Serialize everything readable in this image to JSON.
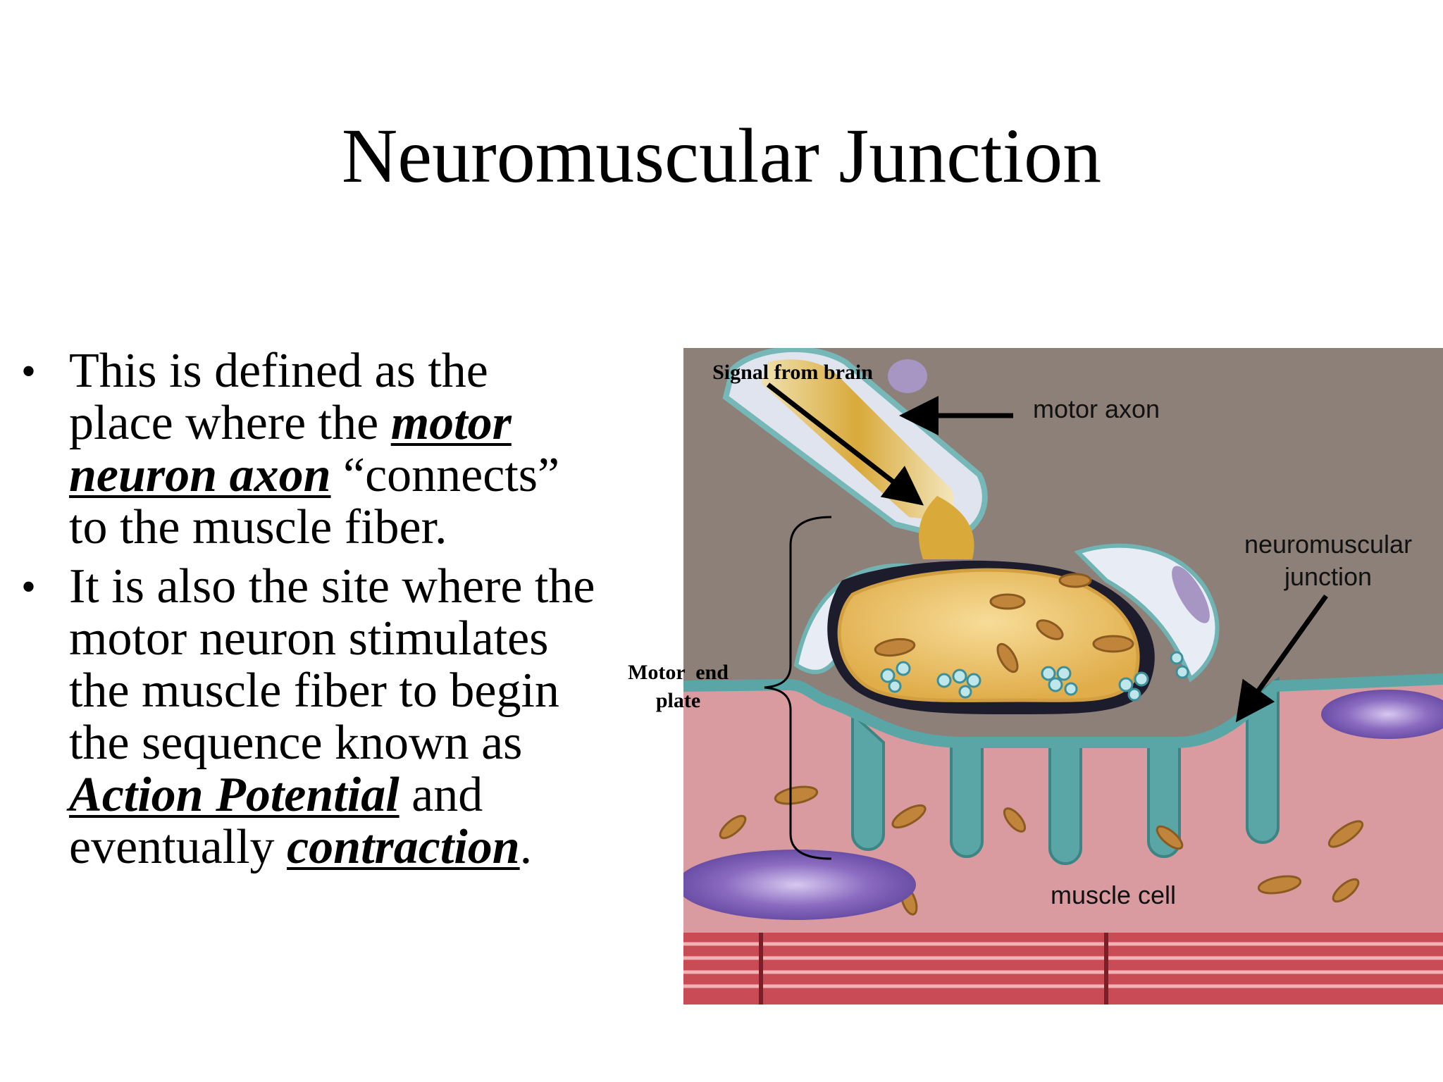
{
  "title": "Neuromuscular Junction",
  "bullets": [
    {
      "segments": [
        {
          "text": "This is defined as the place where the ",
          "emphasis": false
        },
        {
          "text": "motor neuron axon",
          "emphasis": true
        },
        {
          "text": " “connects” to the muscle fiber.",
          "emphasis": false
        }
      ]
    },
    {
      "segments": [
        {
          "text": "It is also the site where the motor neuron stimulates the muscle fiber to begin the sequence known as ",
          "emphasis": false
        },
        {
          "text": "Action Potential",
          "emphasis": true
        },
        {
          "text": " and eventually ",
          "emphasis": false
        },
        {
          "text": "contraction",
          "emphasis": true
        },
        {
          "text": ".",
          "emphasis": false
        }
      ]
    }
  ],
  "bullet_symbol": "•",
  "diagram": {
    "labels": {
      "signal": "Signal from brain",
      "motor_axon": "motor axon",
      "nmj_line1": "neuromuscular",
      "nmj_line2": "junction",
      "end_plate_line1": "Motor  end",
      "end_plate_line2": "plate",
      "muscle_cell": "muscle cell"
    },
    "colors": {
      "background": "#8c8079",
      "muscle": "#d99aa0",
      "membrane": "#5aa6a6",
      "terminal": "#e9c06b",
      "nucleus": "#8a6bc0",
      "myofibril": "#d6505a",
      "mitochondria": "#c0843a"
    }
  }
}
